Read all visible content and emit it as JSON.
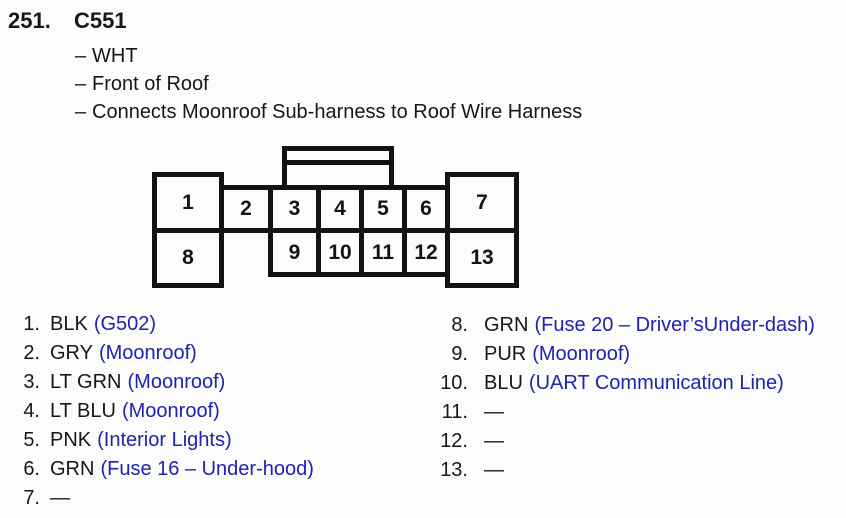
{
  "colors": {
    "background": "#fcfcfb",
    "text": "#171717",
    "line_black": "#131313",
    "link_blue": "#2121b2"
  },
  "header": {
    "index": "251.",
    "connector_id": "C551",
    "dash": "–",
    "details": [
      "WHT",
      "Front of Roof",
      "Connects Moonroof Sub-harness to Roof Wire Harness"
    ]
  },
  "connector_diagram": {
    "description": "13-cavity connector, front view, latch tab on top",
    "cells": [
      "1",
      "2",
      "3",
      "4",
      "5",
      "6",
      "7",
      "8",
      "9",
      "10",
      "11",
      "12",
      "13"
    ]
  },
  "pin_list": {
    "left": [
      {
        "num": "1.",
        "wire": "BLK",
        "dest": "(G502)"
      },
      {
        "num": "2.",
        "wire": "GRY",
        "dest": "(Moonroof)"
      },
      {
        "num": "3.",
        "wire": "LT GRN",
        "dest": "(Moonroof)"
      },
      {
        "num": "4.",
        "wire": "LT BLU",
        "dest": "(Moonroof)"
      },
      {
        "num": "5.",
        "wire": "PNK",
        "dest": "(Interior Lights)"
      },
      {
        "num": "6.",
        "wire": "GRN",
        "dest": "(Fuse 16 – Under-hood)"
      },
      {
        "num": "7.",
        "wire": "—",
        "dest": ""
      }
    ],
    "right": [
      {
        "num": "8.",
        "wire": "GRN",
        "dest": "(Fuse 20 – Driver’sUnder-dash)"
      },
      {
        "num": "9.",
        "wire": "PUR",
        "dest": "(Moonroof)"
      },
      {
        "num": "10.",
        "wire": "BLU",
        "dest": "(UART Communication Line)"
      },
      {
        "num": "11.",
        "wire": "—",
        "dest": ""
      },
      {
        "num": "12.",
        "wire": "—",
        "dest": ""
      },
      {
        "num": "13.",
        "wire": "—",
        "dest": ""
      }
    ]
  }
}
